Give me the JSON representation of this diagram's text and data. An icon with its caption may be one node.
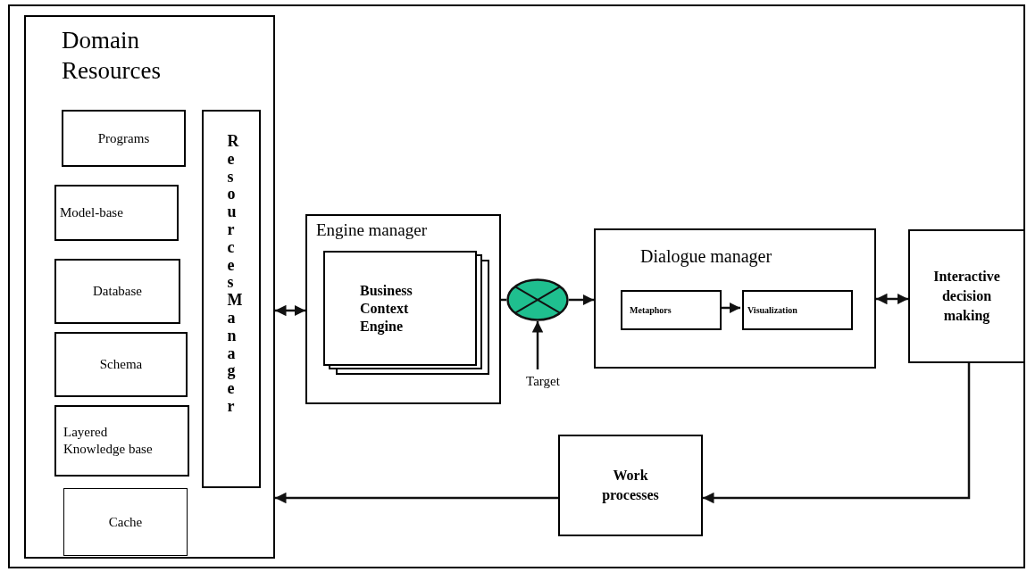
{
  "diagram": {
    "nodes": [
      {
        "text": [
          "Domain Resources"
        ]
      },
      {
        "text": [
          "Programs"
        ],
        "in": 0
      },
      {
        "text": [
          "Model-base"
        ],
        "in": 0
      },
      {
        "text": [
          "Database"
        ],
        "in": 0
      },
      {
        "text": [
          "Schema"
        ],
        "in": 0
      },
      {
        "text": [
          "Layered Knowledge base"
        ],
        "in": 0
      },
      {
        "text": [
          "Cache"
        ],
        "in": 0
      },
      {
        "text": [
          "Resources Manager"
        ],
        "in": 0
      },
      {
        "text": [
          "Engine manager"
        ]
      },
      {
        "text": [
          "Business Context Engine"
        ],
        "in": 8
      },
      {
        "text": [],
        "shape": "circle"
      },
      {
        "text": [
          "Target"
        ]
      },
      {
        "text": [
          "Dialogue manager"
        ]
      },
      {
        "text": [
          "Metaphors"
        ],
        "in": 12
      },
      {
        "text": [
          "Visualization"
        ],
        "in": 12
      },
      {
        "text": [
          "Interactive decision making"
        ]
      },
      {
        "text": [
          "Work processes"
        ]
      }
    ],
    "edges": [
      {
        "from": 0,
        "to": 8,
        "arrow": "both"
      },
      {
        "from": 8,
        "to": 10,
        "arrow": "none"
      },
      {
        "from": 10,
        "to": 12,
        "arrow": "to"
      },
      {
        "from": 11,
        "to": 10,
        "arrow": "to"
      },
      {
        "from": 13,
        "to": 14,
        "arrow": "to"
      },
      {
        "from": 12,
        "to": 15,
        "arrow": "both"
      },
      {
        "from": 15,
        "to": 16,
        "arrow": "to"
      },
      {
        "from": 16,
        "to": 0,
        "arrow": "to"
      }
    ]
  }
}
